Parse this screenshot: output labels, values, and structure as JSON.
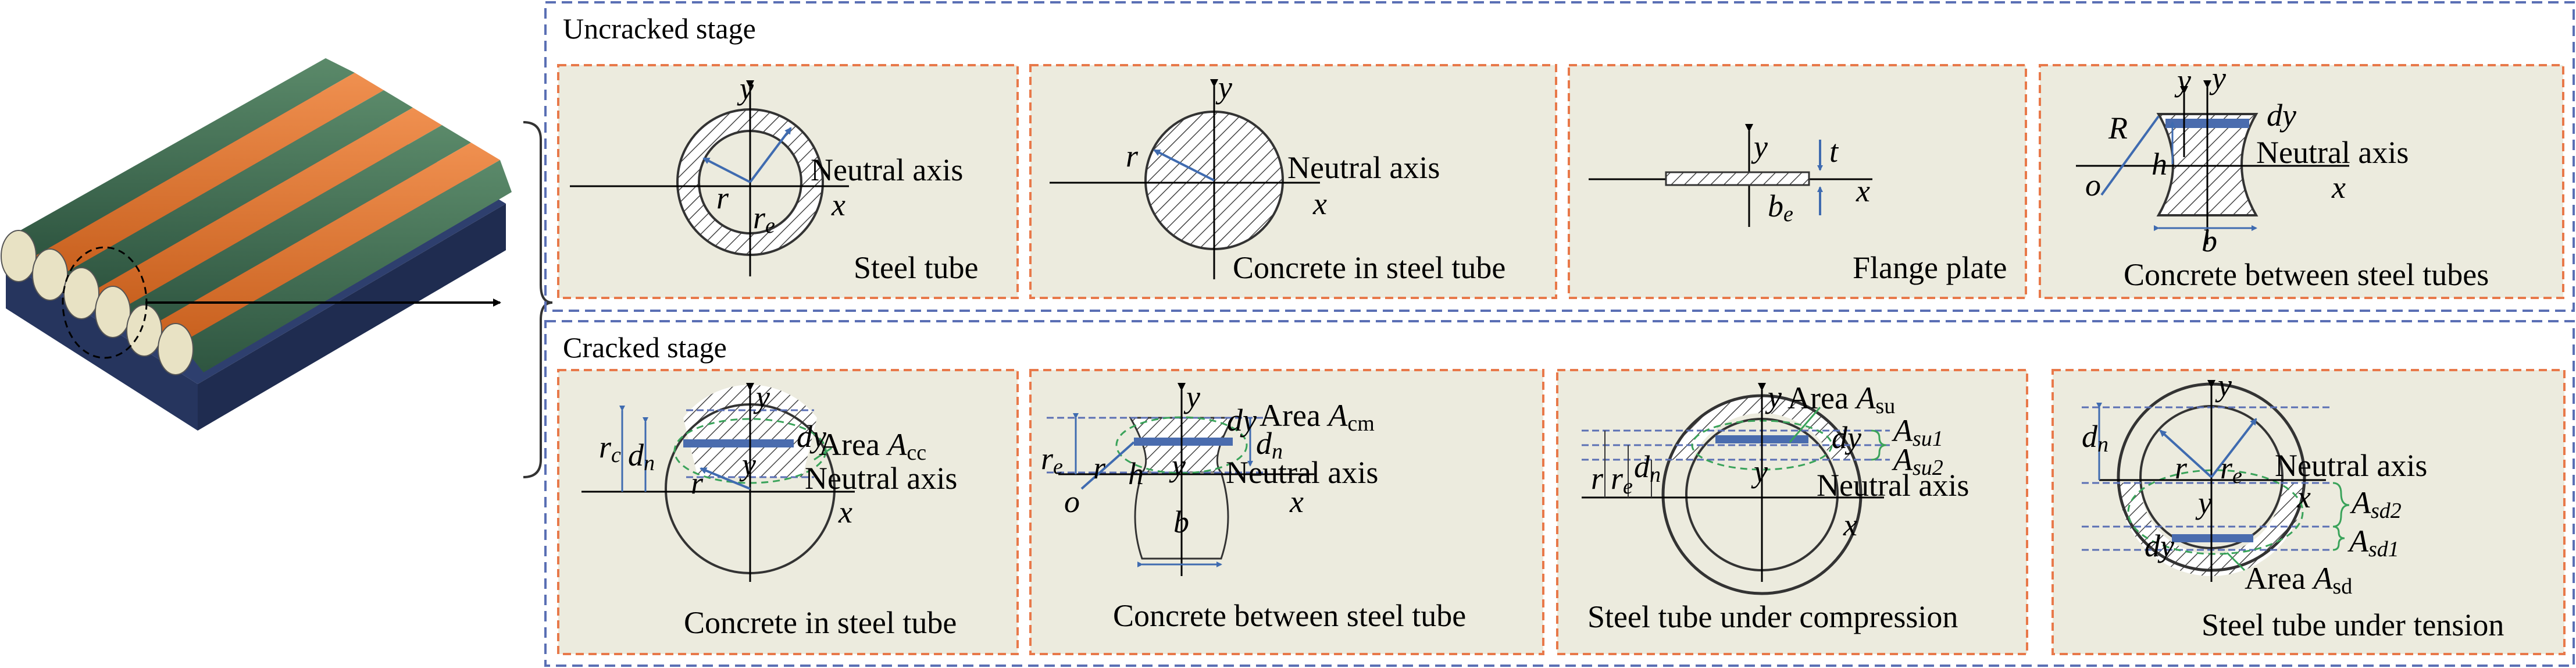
{
  "stages": {
    "uncracked": {
      "title": "Uncracked stage",
      "panels": [
        {
          "caption": "Steel tube",
          "neutral": "Neutral axis"
        },
        {
          "caption": "Concrete in steel tube",
          "neutral": "Neutral axis"
        },
        {
          "caption": "Flange plate"
        },
        {
          "caption": "Concrete between steel tubes",
          "neutral": "Neutral axis"
        }
      ]
    },
    "cracked": {
      "title": "Cracked stage",
      "panels": [
        {
          "caption": "Concrete in steel tube",
          "neutral": "Neutral axis",
          "area": "Area"
        },
        {
          "caption": "Concrete between steel tube",
          "neutral": "Neutral axis",
          "area": "Area"
        },
        {
          "caption": "Steel tube under compression",
          "neutral": "Neutral axis",
          "area": "Area"
        },
        {
          "caption": "Steel tube under tension",
          "neutral": "Neutral axis",
          "area": "Area"
        }
      ]
    }
  },
  "symbols": {
    "x": "x",
    "y": "y",
    "r": "r",
    "re": "r",
    "re_sub": "e",
    "rc_sub": "c",
    "t": "t",
    "be": "b",
    "be_sub": "e",
    "b": "b",
    "h": "h",
    "R": "R",
    "o": "o",
    "dy": "dy",
    "d": "d",
    "n_sub": "n",
    "A": "A",
    "cc": "cc",
    "cm": "cm",
    "su": "su",
    "su1": "su1",
    "su2": "su2",
    "sd": "sd",
    "sd1": "sd1",
    "sd2": "sd2"
  },
  "colors": {
    "panel_bg": "#ecebde",
    "panel_border": "#e8794a",
    "outer_border": "#5a6fb4",
    "tube_green": "#3d6b4f",
    "tube_orange": "#e07a34",
    "tube_end": "#e8e2c4",
    "highlight_bar": "#4a6cae",
    "arrow_blue": "#3f6bb0",
    "dash_green": "#3aa35a"
  }
}
